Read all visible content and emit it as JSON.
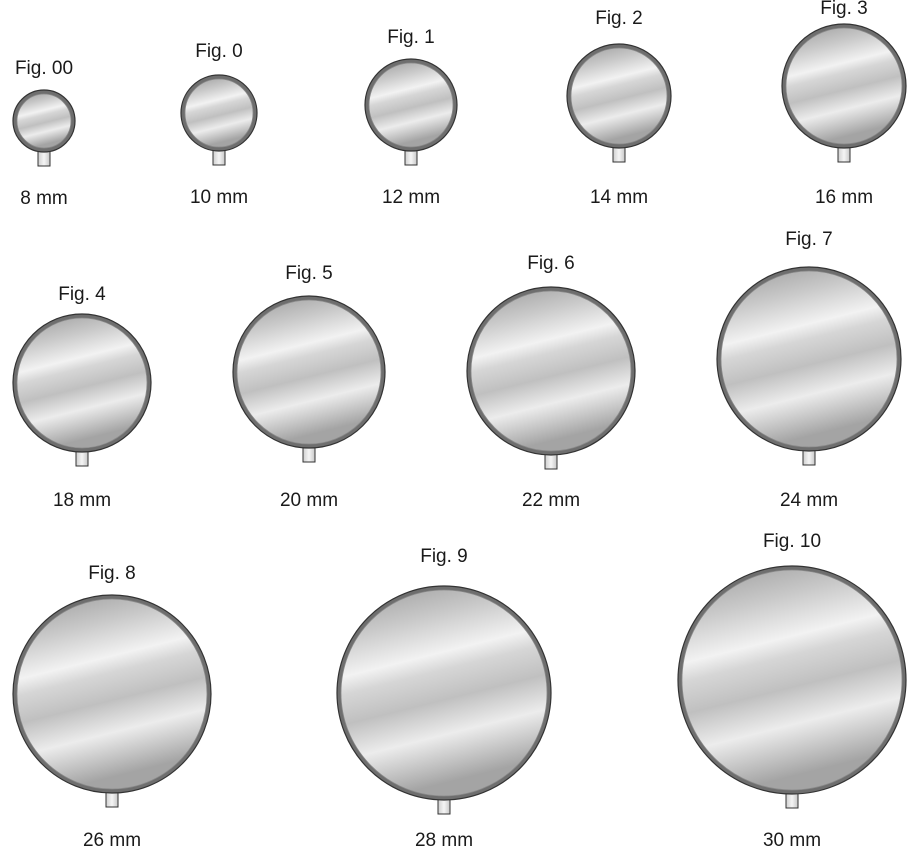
{
  "colors": {
    "rim": "#6e6e6e",
    "rim_outline": "#333333",
    "mirror_light": "#f4f4f4",
    "mirror_dark": "#a9a9a9",
    "stem_fill": "#e6e6e6",
    "stem_outline": "#333333",
    "text": "#1a1a1a"
  },
  "figures": [
    {
      "fig": "Fig. 00",
      "size": "8 mm",
      "diameter_mm": 8
    },
    {
      "fig": "Fig. 0",
      "size": "10 mm",
      "diameter_mm": 10
    },
    {
      "fig": "Fig. 1",
      "size": "12 mm",
      "diameter_mm": 12
    },
    {
      "fig": "Fig. 2",
      "size": "14 mm",
      "diameter_mm": 14
    },
    {
      "fig": "Fig. 3",
      "size": "16 mm",
      "diameter_mm": 16
    },
    {
      "fig": "Fig. 4",
      "size": "18 mm",
      "diameter_mm": 18
    },
    {
      "fig": "Fig. 5",
      "size": "20 mm",
      "diameter_mm": 20
    },
    {
      "fig": "Fig. 6",
      "size": "22 mm",
      "diameter_mm": 22
    },
    {
      "fig": "Fig. 7",
      "size": "24 mm",
      "diameter_mm": 24
    },
    {
      "fig": "Fig. 8",
      "size": "26 mm",
      "diameter_mm": 26
    },
    {
      "fig": "Fig. 9",
      "size": "28 mm",
      "diameter_mm": 28
    },
    {
      "fig": "Fig. 10",
      "size": "30 mm",
      "diameter_mm": 30
    }
  ]
}
